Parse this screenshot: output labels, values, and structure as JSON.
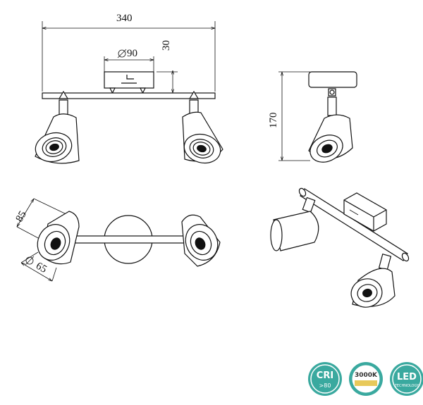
{
  "dimensions": {
    "width_total": "340",
    "height_base": "30",
    "base_diameter": "90",
    "height_total": "170",
    "head_length": "85",
    "head_diameter": "65"
  },
  "badges": [
    {
      "main": "CRI",
      "sub": ">80",
      "color": "#3aa99f",
      "icon": "cri-badge"
    },
    {
      "main": "3000K",
      "sub": "",
      "color": "#3aa99f",
      "icon": "color-temperature-badge"
    },
    {
      "main": "LED",
      "sub": "TECHNOLOGY",
      "color": "#3aa99f",
      "icon": "led-badge"
    }
  ]
}
